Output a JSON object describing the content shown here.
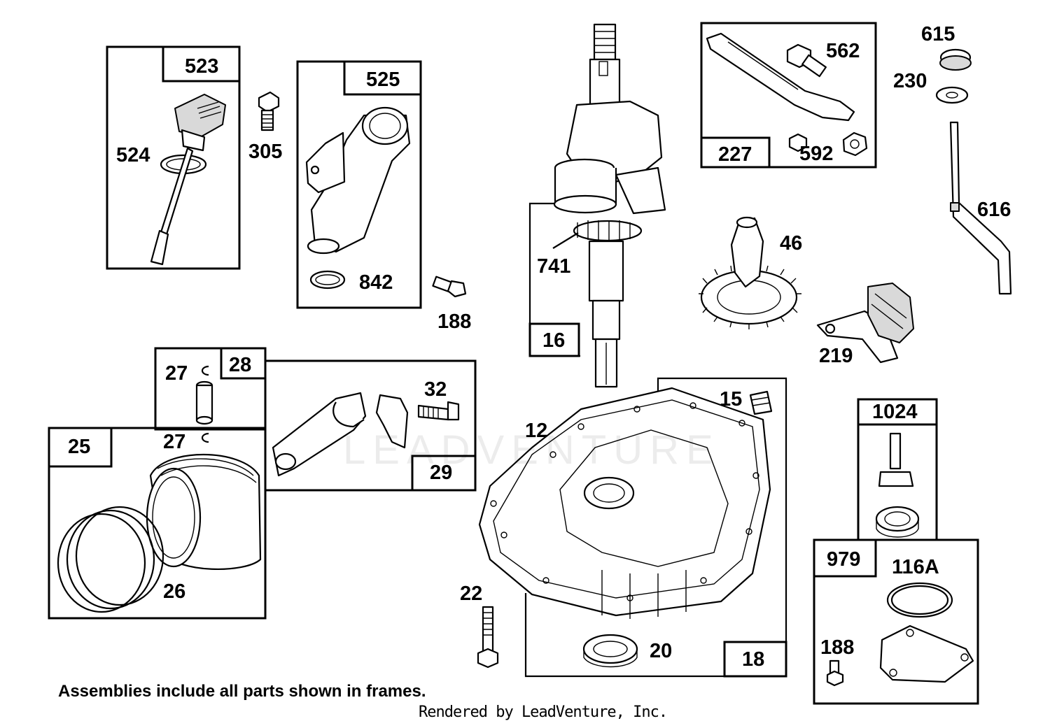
{
  "labels": {
    "p523": "523",
    "p524": "524",
    "p305": "305",
    "p525": "525",
    "p842": "842",
    "p188a": "188",
    "p741": "741",
    "p16": "16",
    "p227": "227",
    "p562": "562",
    "p592": "592",
    "p615": "615",
    "p230": "230",
    "p616": "616",
    "p46": "46",
    "p219": "219",
    "p28": "28",
    "p27a": "27",
    "p27b": "27",
    "p25": "25",
    "p26": "26",
    "p32": "32",
    "p29": "29",
    "p12": "12",
    "p15": "15",
    "p22": "22",
    "p20": "20",
    "p18": "18",
    "p1024": "1024",
    "p979": "979",
    "p116a": "116A",
    "p188b": "188"
  },
  "note": "Assemblies include all parts shown in frames.",
  "credit": "Rendered by LeadVenture, Inc.",
  "watermark": "LEADVENTURE"
}
